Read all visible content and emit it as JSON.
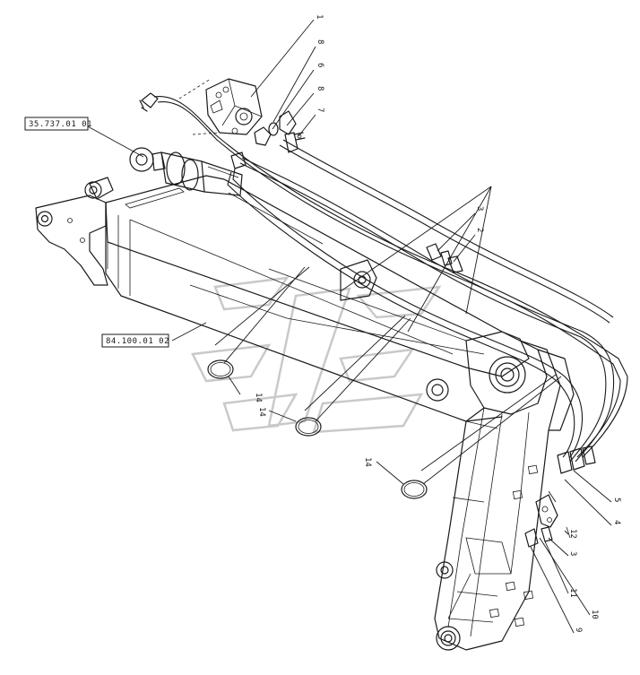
{
  "diagram": {
    "reference_boxes": [
      {
        "id": "ref-top",
        "label": "35.737.01 01"
      },
      {
        "id": "ref-mid",
        "label": "84.100.01 02"
      }
    ],
    "callouts": [
      "1",
      "8",
      "6",
      "8",
      "7",
      "3",
      "2",
      "14",
      "14",
      "14",
      "5",
      "4",
      "12",
      "3",
      "11",
      "10",
      "9"
    ]
  }
}
